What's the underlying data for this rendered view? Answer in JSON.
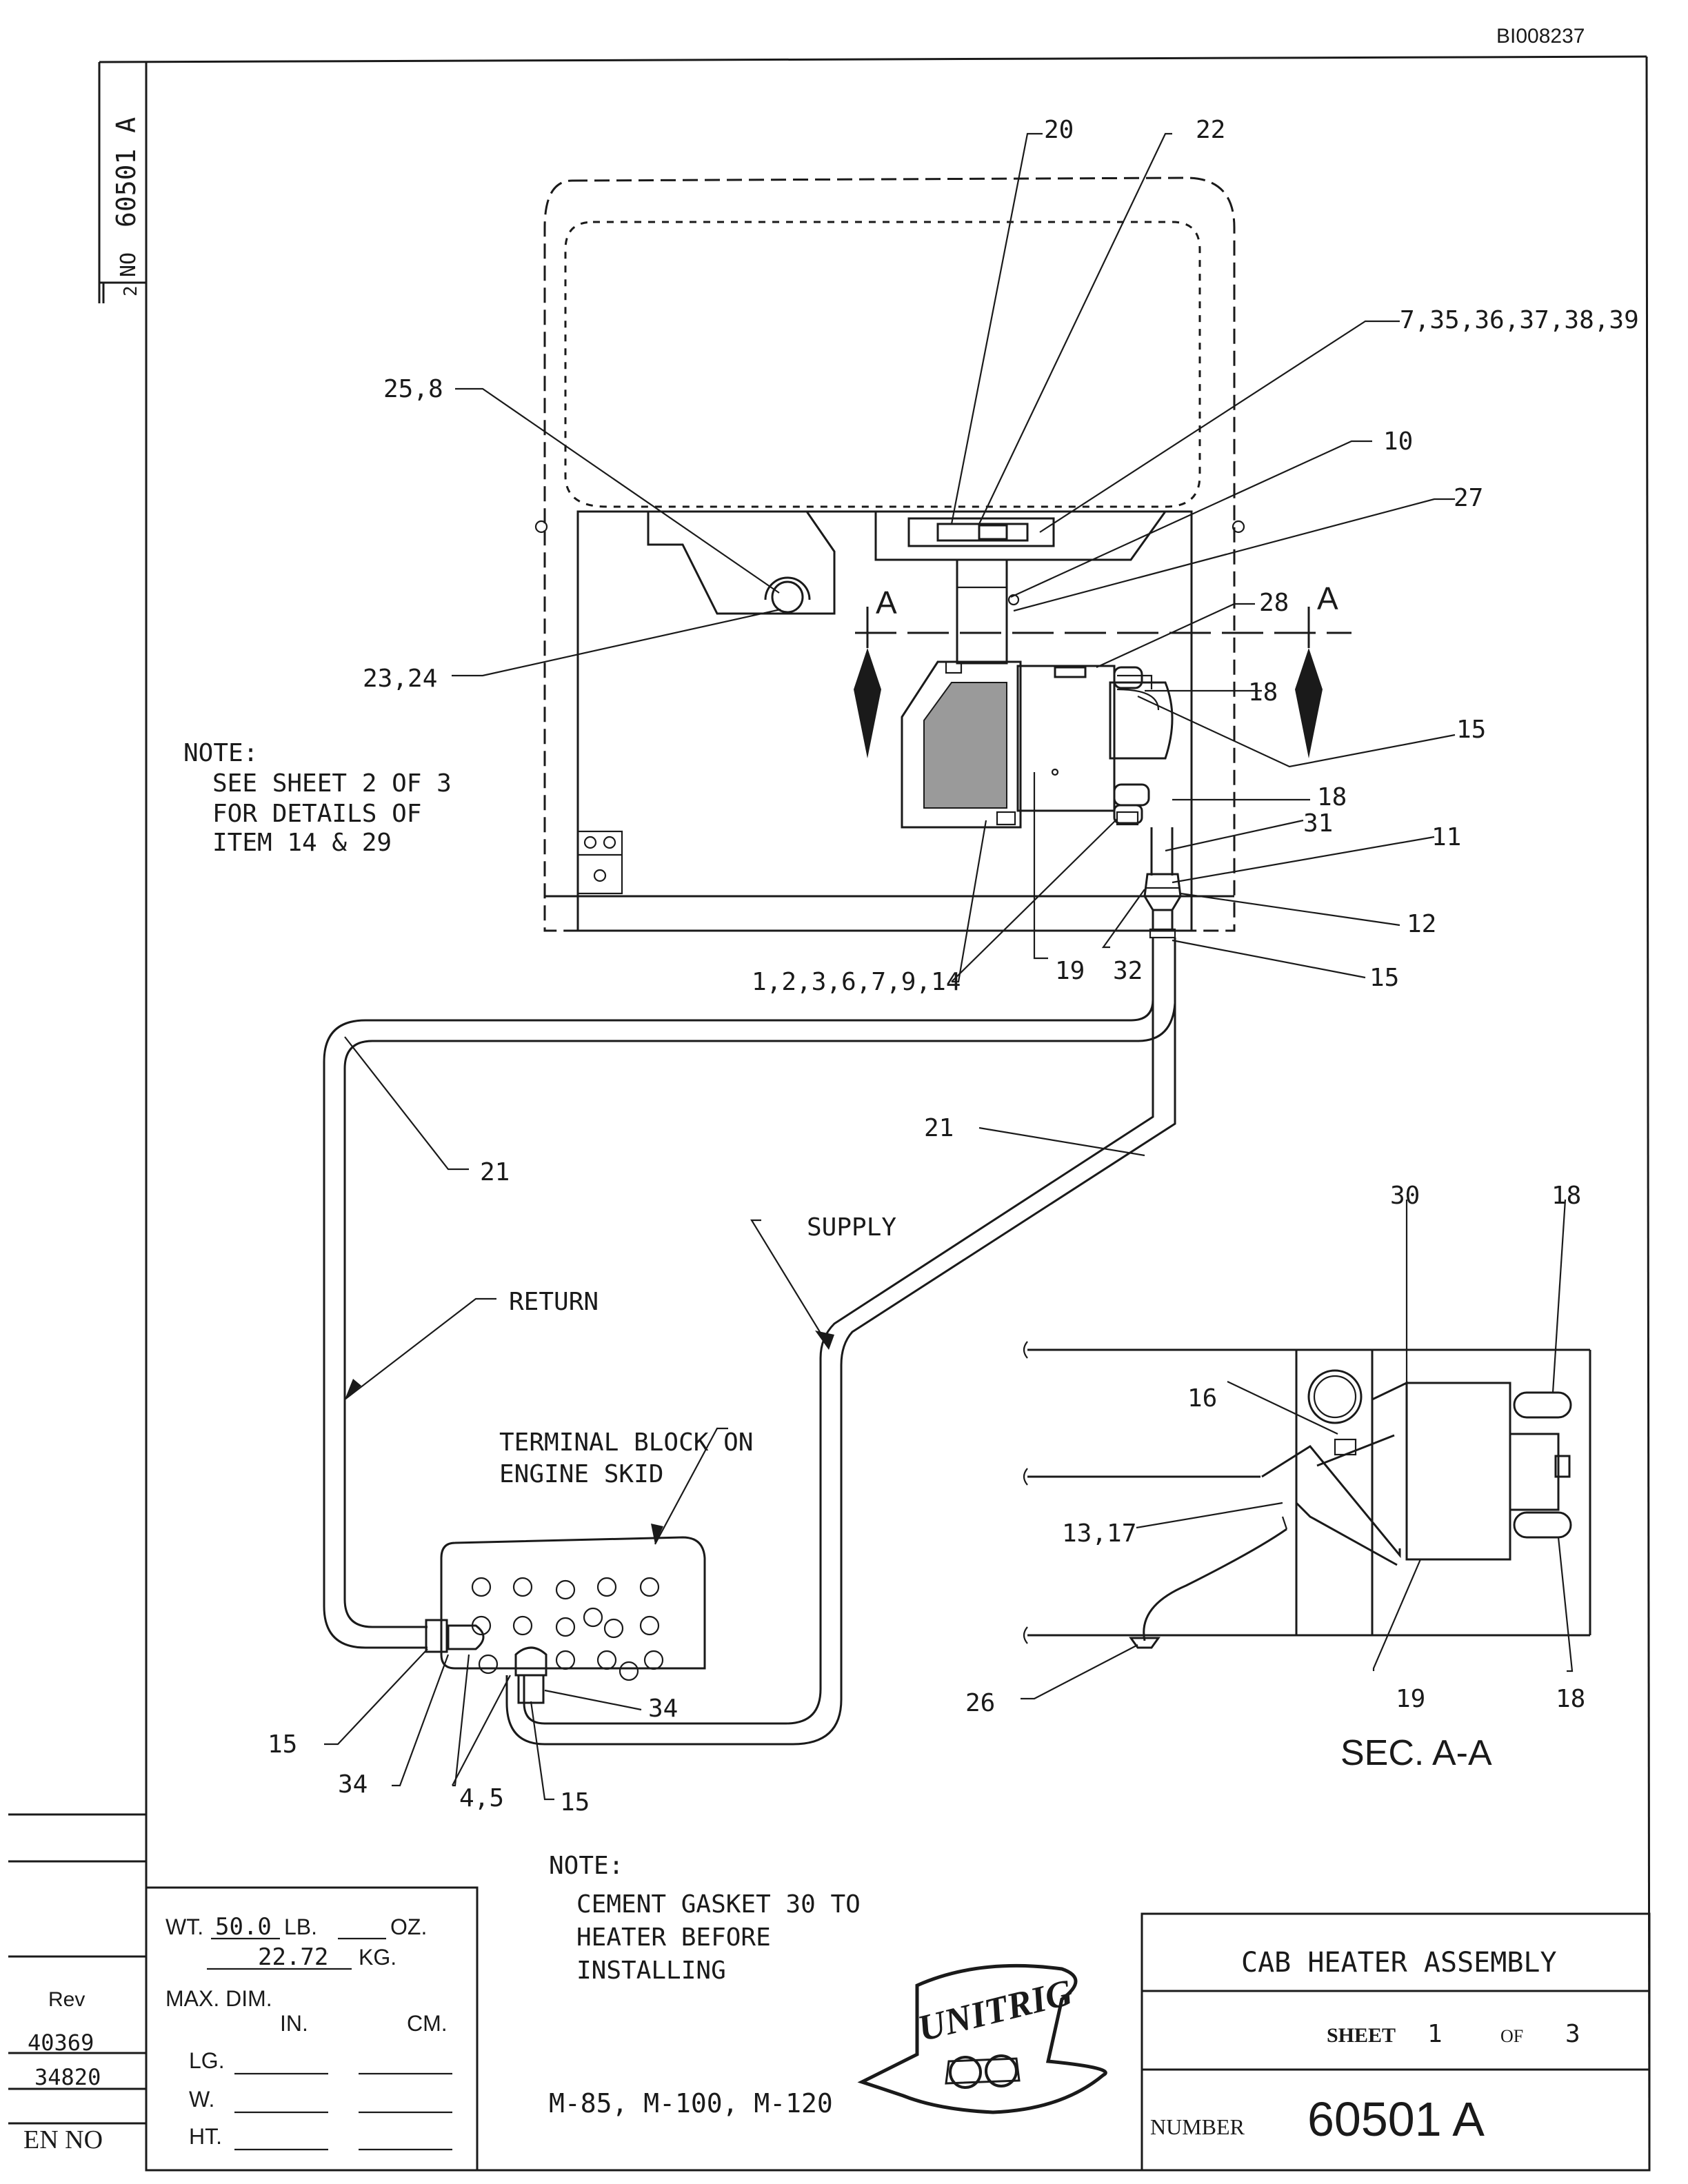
{
  "doc_id": "BI008237",
  "side_tab": {
    "number": "60501 A",
    "no_label": "NO",
    "sheet_digit": "2"
  },
  "title_block": {
    "title": "CAB HEATER ASSEMBLY",
    "sheet_label": "SHEET",
    "sheet_num": "1",
    "of_label": "OF",
    "sheet_total": "3",
    "number_label": "NUMBER",
    "number": "60501 A"
  },
  "weight_block": {
    "wt_label": "WT.",
    "wt_lb": "50.0",
    "lb_label": "LB.",
    "oz_label": "OZ.",
    "wt_kg": "22.72",
    "kg_label": "KG.",
    "maxdim_label": "MAX. DIM.",
    "in_label": "IN.",
    "cm_label": "CM.",
    "lg_label": "LG.",
    "w_label": "W.",
    "ht_label": "HT."
  },
  "revision_block": {
    "rev_label": "Rev",
    "entries": [
      "40369",
      "34820"
    ],
    "en_no_label": "EN NO"
  },
  "notes": {
    "note1_title": "NOTE:",
    "note1_lines": [
      "SEE SHEET 2 OF 3",
      "FOR DETAILS OF",
      "ITEM 14 & 29"
    ],
    "note2_title": "NOTE:",
    "note2_lines": [
      "CEMENT GASKET 30 TO",
      "HEATER BEFORE",
      "INSTALLING"
    ]
  },
  "models": "M-85, M-100, M-120",
  "logo_text": "UNITRIG",
  "section_title": "SEC. A-A",
  "section_marks": [
    "A",
    "A"
  ],
  "hose_labels": {
    "supply": "SUPPLY",
    "return": "RETURN",
    "terminal": [
      "TERMINAL BLOCK ON",
      "ENGINE SKID"
    ]
  },
  "callouts": {
    "c20": "20",
    "c22": "22",
    "c7": "7,35,36,37,38,39",
    "c10": "10",
    "c27": "27",
    "c25": "25,8",
    "c23": "23,24",
    "c28": "28",
    "c18a": "18",
    "c15a": "15",
    "c18b": "18",
    "c31": "31",
    "c11": "11",
    "c12": "12",
    "c15b": "15",
    "c1": "1,2,3,6,7,9,14",
    "c19": "19",
    "c32": "32",
    "c21a": "21",
    "c21b": "21",
    "c30": "30",
    "c18c": "18",
    "c16": "16",
    "c13": "13,17",
    "c26": "26",
    "c19b": "19",
    "c18d": "18",
    "c15c": "15",
    "c34a": "34",
    "c45": "4,5",
    "c15d": "15",
    "c34b": "34"
  }
}
